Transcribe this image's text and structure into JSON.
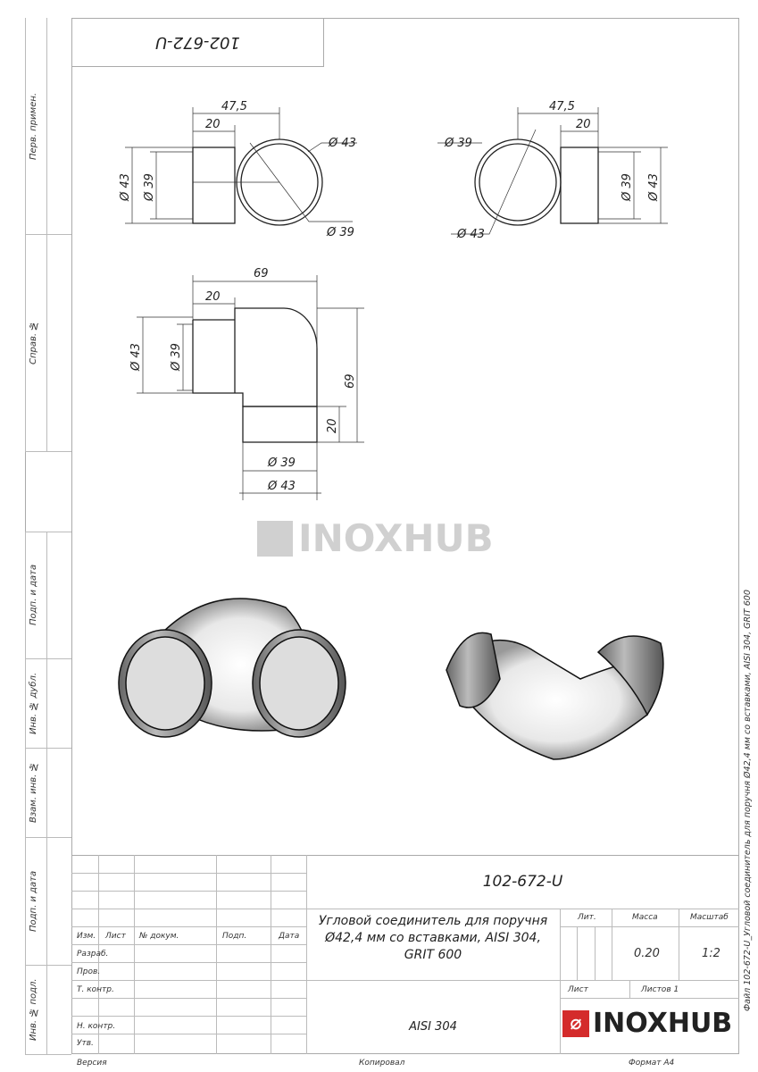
{
  "stamp_code": "102-672-U",
  "side_labels": [
    "Перв. примен.",
    "Справ. №",
    "Подп. и дата",
    "Инв. № дубл.",
    "Взам. инв. №",
    "Подп. и дата",
    "Инв. № подл."
  ],
  "dims": {
    "d475": "47,5",
    "d20": "20",
    "d69": "69",
    "o43": "Ø 43",
    "o39": "Ø 39"
  },
  "watermark": "INOXHUB",
  "title_block": {
    "code": "102-672-U",
    "headers": [
      "Изм.",
      "Лист",
      "№ докум.",
      "Подп.",
      "Дата"
    ],
    "roles": [
      "Разраб.",
      "Пров.",
      "Т. контр.",
      "Н. контр.",
      "Утв."
    ],
    "title_lines": [
      "Угловой соединитель для поручня",
      "Ø42,4 мм со вставками, AISI 304,",
      "GRIT 600"
    ],
    "material": "AISI 304",
    "lit_label": "Лит.",
    "mass_label": "Масса",
    "scale_label": "Масштаб",
    "mass": "0.20",
    "scale": "1:2",
    "sheet_label": "Лист",
    "sheets_label": "Листов 1",
    "logo": "INOXHUB",
    "logo_color": "#d42b2b"
  },
  "footer": {
    "version": "Версия",
    "copied": "Копировал",
    "format": "Формат A4"
  },
  "file_note": "Файл 102-672-U_Угловой соединитель для поручня Ø42,4 мм со вставками, AISI 304, GRIT 600"
}
